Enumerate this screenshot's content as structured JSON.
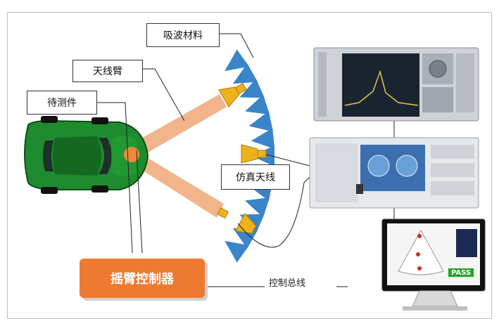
{
  "labels": {
    "absorber": "吸波材料",
    "antenna_arm": "天线臂",
    "dut": "待测件",
    "sim_antenna": "仿真天线",
    "controller": "摇臂控制器",
    "control_bus": "控制总线",
    "pass": "PASS"
  },
  "colors": {
    "car_body": "#1e8c2e",
    "beam": "#f2b48a",
    "horn_antenna": "#f0b21c",
    "absorber": "#3a84c9",
    "controller": "#ee7a31",
    "pass_badge": "#2ca02c"
  }
}
